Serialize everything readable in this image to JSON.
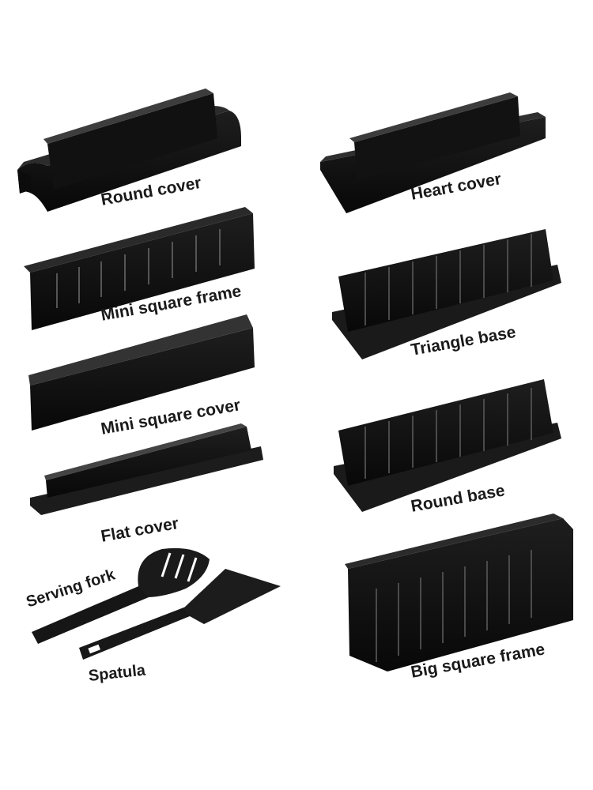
{
  "background": "#ffffff",
  "plastic_color": "#151515",
  "labels": {
    "round_cover": "Round cover",
    "heart_cover": "Heart cover",
    "mini_square_frame": "Mini square frame",
    "triangle_base": "Triangle base",
    "mini_square_cover": "Mini square cover",
    "round_base": "Round base",
    "flat_cover": "Flat cover",
    "serving_fork": "Serving fork",
    "spatula": "Spatula",
    "big_square_frame": "Big square frame"
  }
}
